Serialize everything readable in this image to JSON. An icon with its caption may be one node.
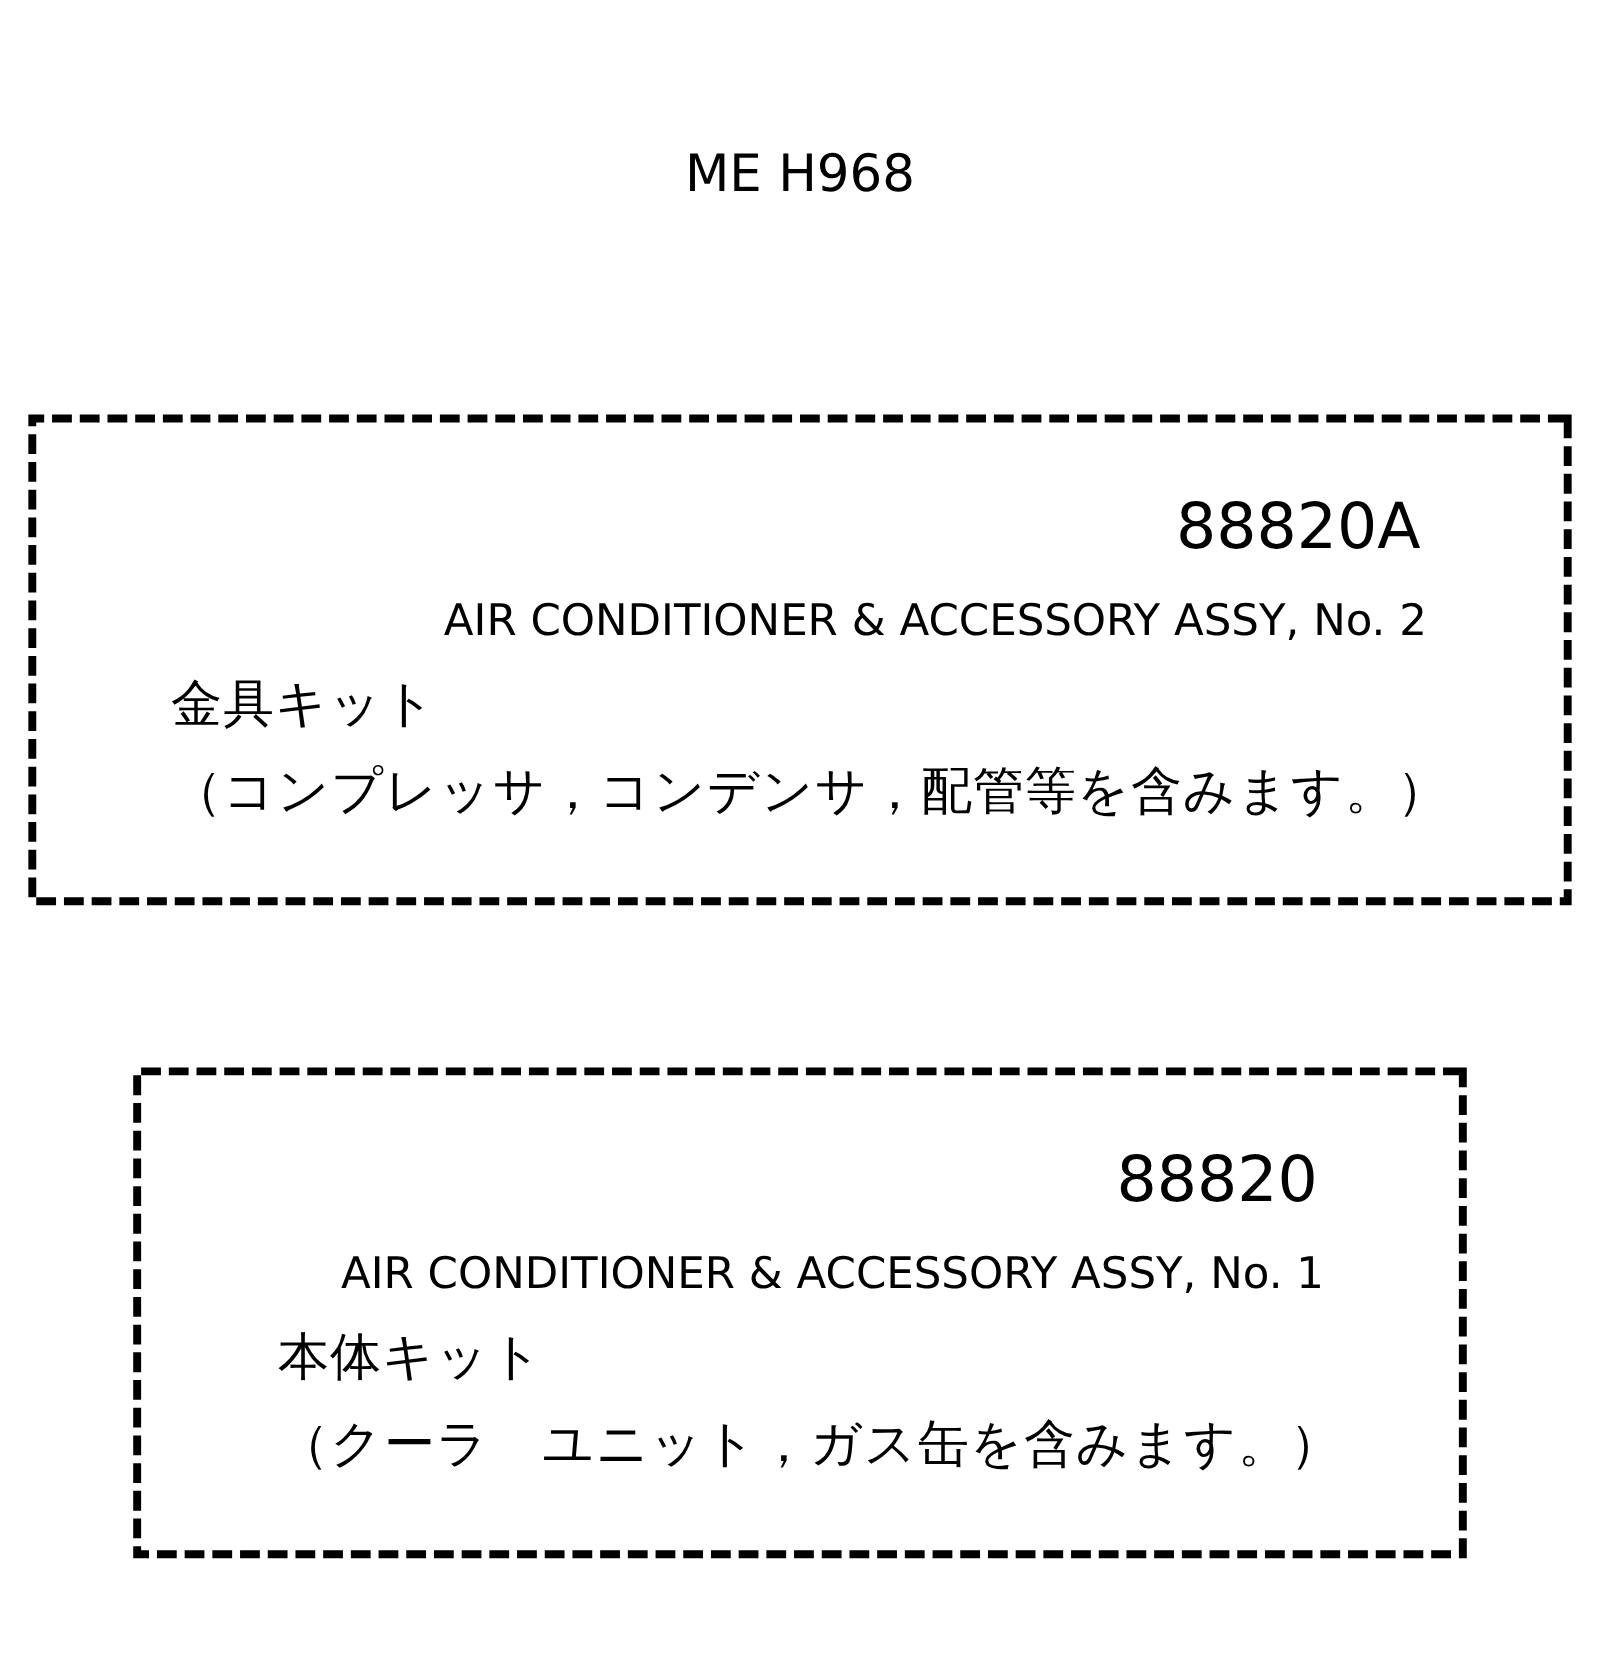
{
  "diagram": {
    "nodes": [
      {
        "text": [
          "88820",
          "AIR CONDITIONER & ACCESSORY ASSY, No. 1",
          "本体キット",
          "（クーラ　ユニット，ガス缶を含みます。）"
        ]
      },
      {
        "text": [
          "88820A",
          "AIR CONDITIONER & ACCESSORY ASSY, No. 2",
          "金具キット",
          "（コンプレッサ，コンデンサ，配管等を含みます。）"
        ]
      }
    ],
    "edges": [],
    "labels": [
      "ME H968"
    ]
  }
}
